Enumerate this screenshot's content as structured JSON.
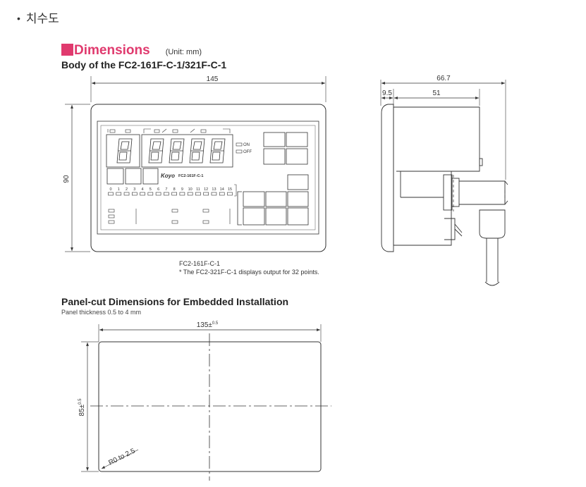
{
  "section": {
    "bullet": "•",
    "heading": "치수도"
  },
  "dimensions": {
    "title": "Dimensions",
    "unit": "(Unit: mm)",
    "body_heading": "Body of the FC2-161F-C-1/321F-C-1",
    "front": {
      "width_label": "145",
      "height_label": "90",
      "brand": "Koyo",
      "model_label": "FC2-161F-C-1",
      "on_label": "ON",
      "off_label": "OFF",
      "channel_numbers": [
        "0",
        "1",
        "2",
        "3",
        "4",
        "5",
        "6",
        "7",
        "8",
        "9",
        "10",
        "11",
        "12",
        "13",
        "14",
        "15"
      ]
    },
    "side": {
      "total_label": "66.7",
      "front_label": "9.5",
      "body_label": "51"
    },
    "caption_model": "FC2-161F-C-1",
    "caption_note": "* The FC2-321F-C-1 displays output for 32 points.",
    "panel_heading": "Panel-cut Dimensions for Embedded Installation",
    "panel_note": "Panel thickness 0.5 to 4 mm",
    "panel": {
      "width_label": "135±",
      "width_tol": "0.5",
      "height_label": "85±",
      "height_tol": "0.5",
      "radius_label": "R0 to 2.5"
    }
  }
}
